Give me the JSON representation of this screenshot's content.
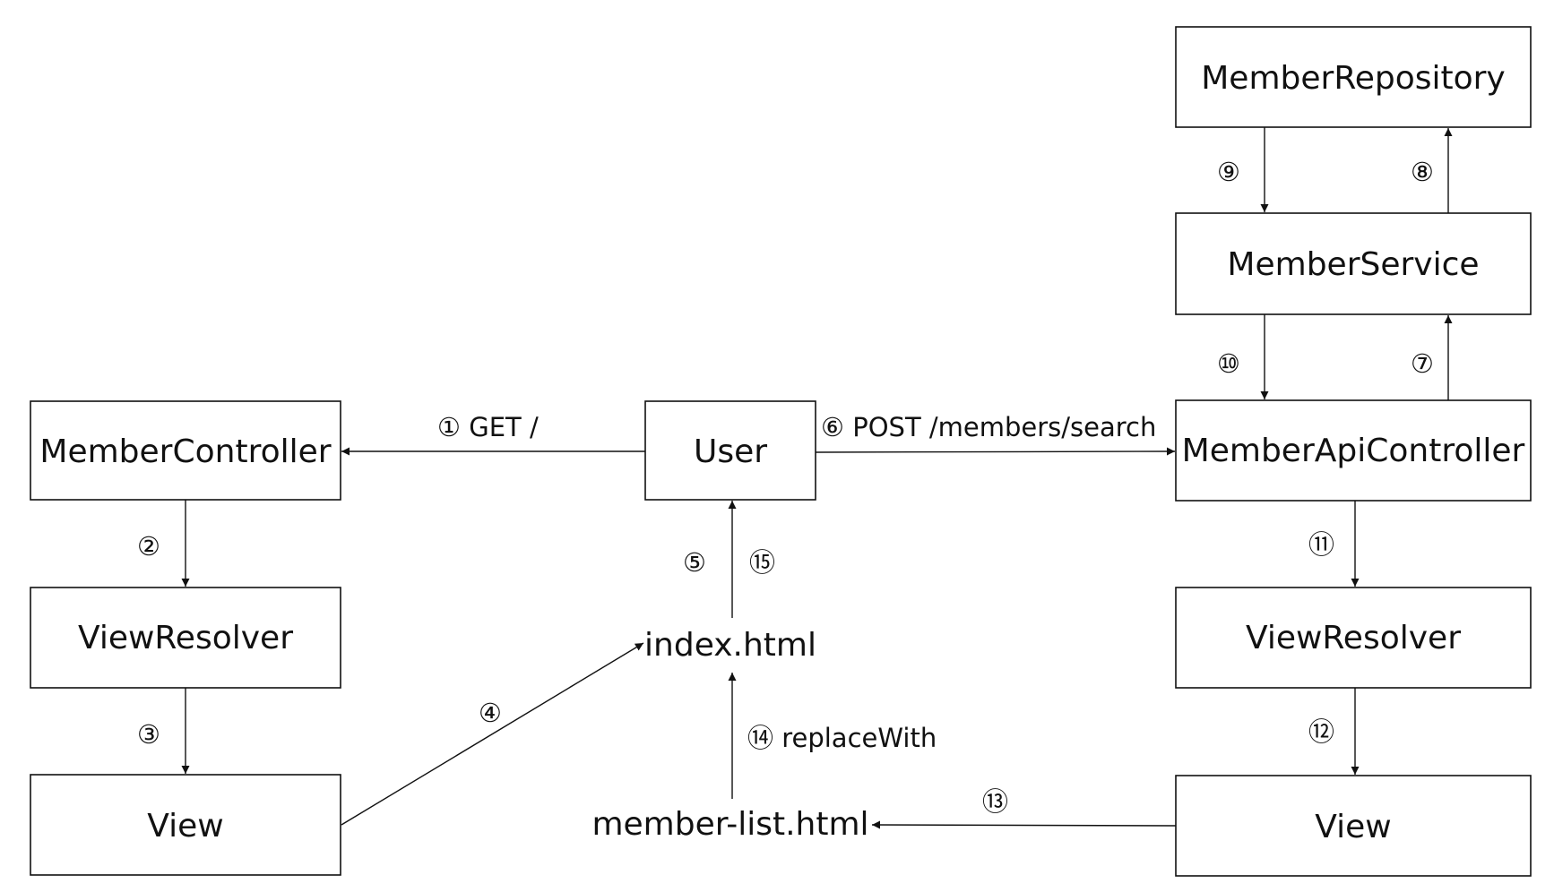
{
  "nodes": {
    "member_controller": "MemberController",
    "view_resolver_left": "ViewResolver",
    "view_left": "View",
    "user": "User",
    "index_html": "index.html",
    "member_list_html": "member-list.html",
    "member_repository": "MemberRepository",
    "member_service": "MemberService",
    "member_api_controller": "MemberApiController",
    "view_resolver_right": "ViewResolver",
    "view_right": "View"
  },
  "edges": {
    "e1": "① GET /",
    "e2": "②",
    "e3": "③",
    "e4": "④",
    "e5": "⑤",
    "e6": "⑥ POST /members/search",
    "e7": "⑦",
    "e8": "⑧",
    "e9": "⑨",
    "e10": "⑩",
    "e11": "⑪",
    "e12": "⑫",
    "e13": "⑬",
    "e14": "⑭ replaceWith",
    "e15": "⑮"
  }
}
